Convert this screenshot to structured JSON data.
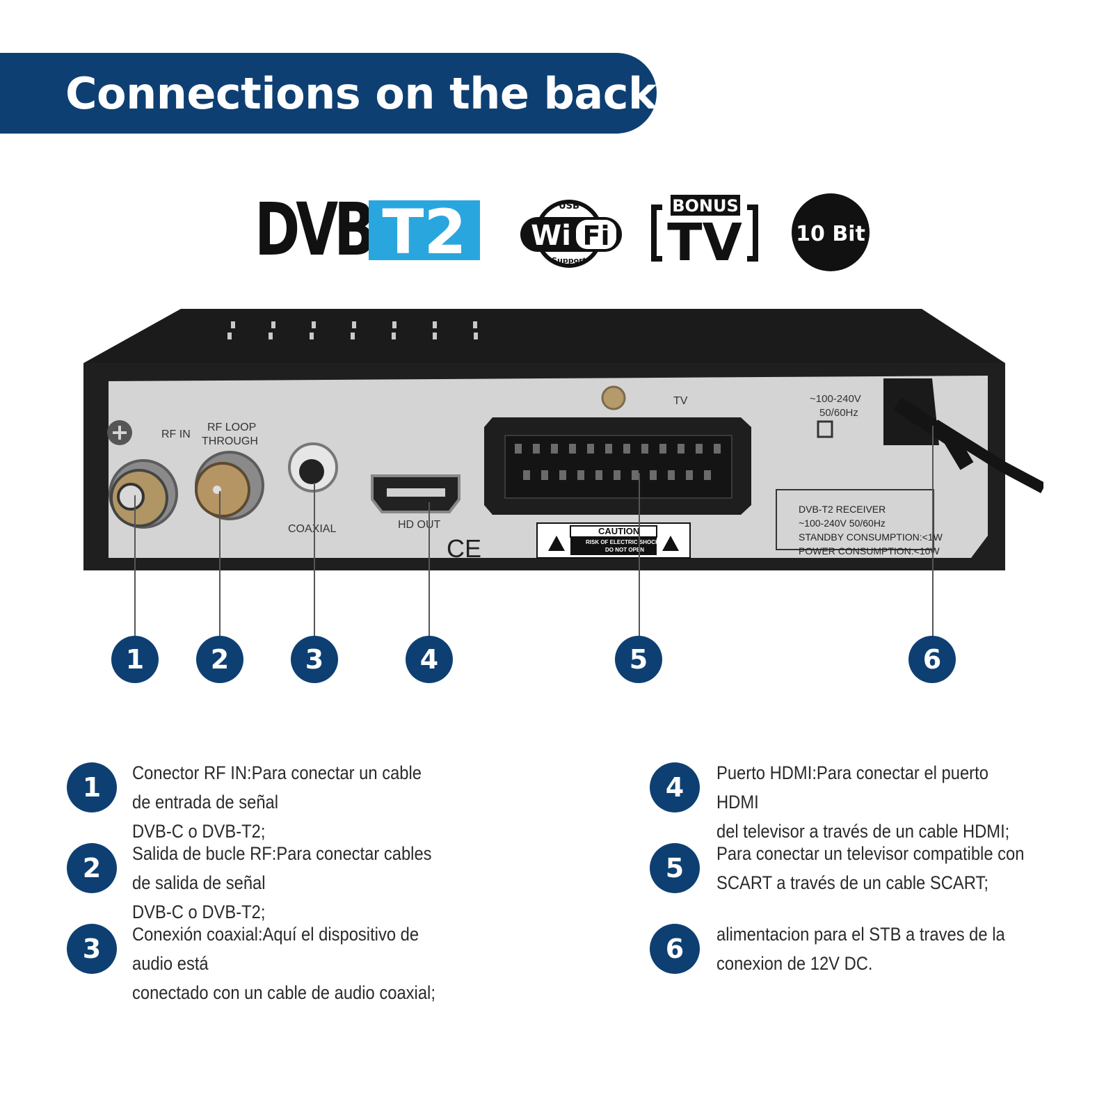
{
  "header": {
    "title": "Connections on the back"
  },
  "logos": {
    "dvb": "DVB",
    "t2": "T2",
    "wifi_usb": "USB",
    "wifi_wi": "Wi",
    "wifi_fi": "Fi",
    "wifi_support": "Support",
    "bonus": "BONUS",
    "tv": "TV",
    "bit": "10 Bit"
  },
  "device": {
    "labels": {
      "rf_in": "RF IN",
      "rf_loop_1": "RF LOOP",
      "rf_loop_2": "THROUGH",
      "coaxial": "COAXIAL",
      "hd_out": "HD OUT",
      "tv": "TV",
      "ce": "CE",
      "power_1": "~100-240V",
      "power_2": "50/60Hz",
      "caution": "CAUTION",
      "caution_sub_1": "RISK OF ELECTRIC SHOCK",
      "caution_sub_2": "DO NOT OPEN",
      "plate_1": "DVB-T2 RECEIVER",
      "plate_2": "~100-240V 50/60Hz",
      "plate_3": "STANDBY CONSUMPTION:<1W",
      "plate_4": "POWER CONSUMPTION:<10W"
    }
  },
  "callouts": [
    "1",
    "2",
    "3",
    "4",
    "5",
    "6"
  ],
  "descriptions": [
    {
      "number": "1",
      "line1": "Conector RF IN:Para conectar un cable de entrada de señal",
      "line2": "DVB-C o DVB-T2;"
    },
    {
      "number": "2",
      "line1": "Salida de bucle RF:Para conectar cables de salida de señal",
      "line2": "DVB-C o DVB-T2;"
    },
    {
      "number": "3",
      "line1": "Conexión coaxial:Aquí el dispositivo de audio está",
      "line2": "conectado con un cable de audio coaxial;"
    },
    {
      "number": "4",
      "line1": "Puerto HDMI:Para conectar el puerto HDMI",
      "line2": "del televisor a través de un cable HDMI;"
    },
    {
      "number": "5",
      "line1": "Para conectar un televisor compatible con",
      "line2": "SCART a través de un cable SCART;"
    },
    {
      "number": "6",
      "line1": "alimentacion para el STB a traves de la",
      "line2": "conexion de 12V DC."
    }
  ],
  "colors": {
    "brand": "#0e3f72",
    "t2_blue": "#2aa6df",
    "text": "#2a2a2a"
  }
}
